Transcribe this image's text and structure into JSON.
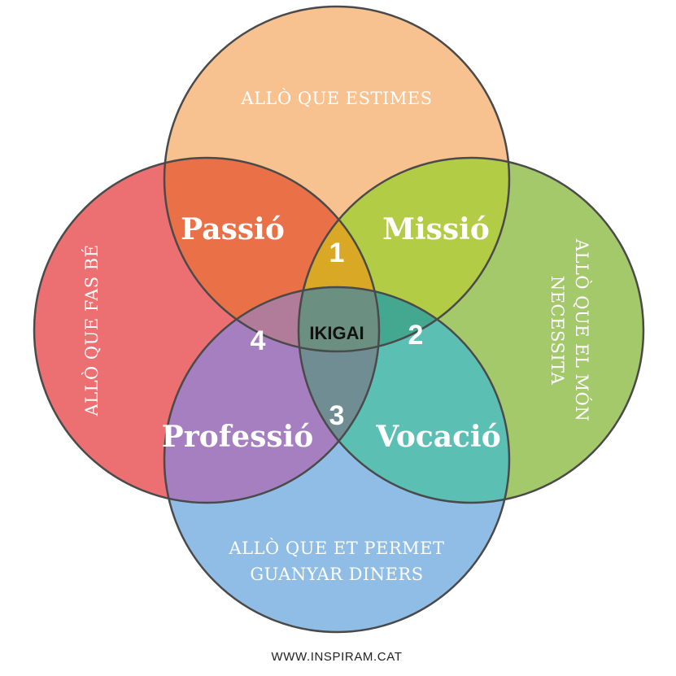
{
  "circles": {
    "top": {
      "label": "ALLÒ QUE ESTIMES",
      "color": "#f7c28f"
    },
    "left": {
      "label": "ALLÒ QUE FAS BÉ",
      "color": "#ec6f72"
    },
    "right": {
      "label_lines": [
        "ALLÒ QUE EL MÓN",
        "NECESSITA"
      ],
      "color": "#a3c96b"
    },
    "bottom": {
      "label_lines": [
        "ALLÒ QUE ET PERMET",
        "GUANYAR DINERS"
      ],
      "color": "#8fbde6"
    }
  },
  "regions": {
    "passio": {
      "label": "Passió",
      "color": "#e97047"
    },
    "missio": {
      "label": "Missió",
      "color": "#b2cc45"
    },
    "vocacio": {
      "label": "Vocació",
      "color": "#5cbfb4"
    },
    "professio": {
      "label": "Professió",
      "color": "#a57fbf"
    },
    "zone_1": {
      "label": "1",
      "color": "#d9a825"
    },
    "zone_2": {
      "label": "2",
      "color": "#43a88f"
    },
    "zone_3": {
      "label": "3",
      "color": "#6f8d93"
    },
    "zone_4": {
      "label": "4",
      "color": "#b07c99"
    },
    "center": {
      "label": "IKIGAI",
      "color": "#6b8f80"
    }
  },
  "stroke_color": "#4a4a4a",
  "footer": "WWW.INSPIRAM.CAT"
}
